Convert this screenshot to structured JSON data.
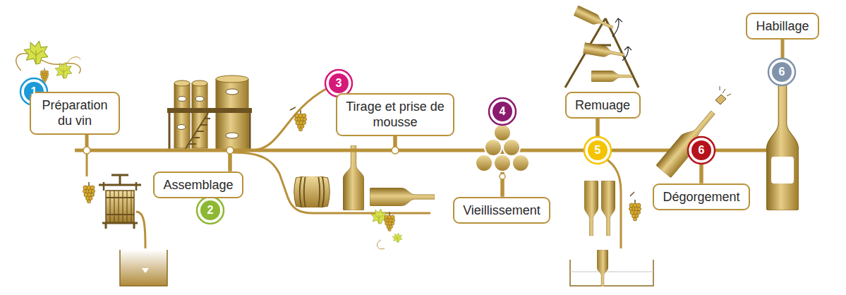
{
  "diagram": {
    "nodes": [
      {
        "text": [
          "Préparation du vin"
        ]
      },
      {
        "text": [
          "Assemblage"
        ]
      },
      {
        "text": [
          "Tirage et prise de mousse"
        ]
      },
      {
        "text": [
          "Vieillissement"
        ]
      },
      {
        "text": [
          "Remuage"
        ]
      },
      {
        "text": [
          "Dégorgement"
        ]
      },
      {
        "text": [
          "Habillage"
        ]
      }
    ],
    "edges": [
      {
        "from": 0,
        "to": 1,
        "arrow": "none"
      },
      {
        "from": 1,
        "to": 2,
        "arrow": "none"
      },
      {
        "from": 2,
        "to": 3,
        "arrow": "none"
      },
      {
        "from": 3,
        "to": 4,
        "arrow": "none"
      },
      {
        "from": 4,
        "to": 5,
        "arrow": "none"
      },
      {
        "from": 5,
        "to": 6,
        "arrow": "none"
      }
    ],
    "labels": [
      "1",
      "2",
      "3",
      "4",
      "5",
      "6",
      "6"
    ]
  }
}
